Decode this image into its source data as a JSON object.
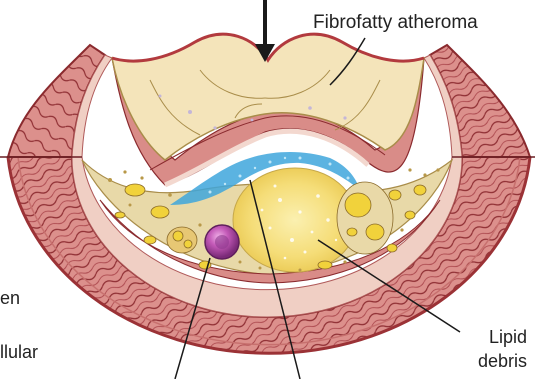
{
  "labels": {
    "fibrofatty_atheroma": "Fibrofatty atheroma",
    "lipid": "Lipid",
    "debris": "debris",
    "left_cut_1": "en",
    "left_cut_2": "llular"
  },
  "colors": {
    "media_muscle": "#d98c88",
    "media_muscle_stroke": "#8a2a2e",
    "intima_band": "#f2d2c9",
    "cap_cream": "#f4e4ba",
    "lipid_core": "#f8e48a",
    "foam_cell_yellow": "#f1d23b",
    "calcium_blue": "#3ea6dc",
    "lumen_border": "#b23a3e",
    "macrophage_purple": "#8e3b8e",
    "line_black": "#1a1a1a"
  }
}
